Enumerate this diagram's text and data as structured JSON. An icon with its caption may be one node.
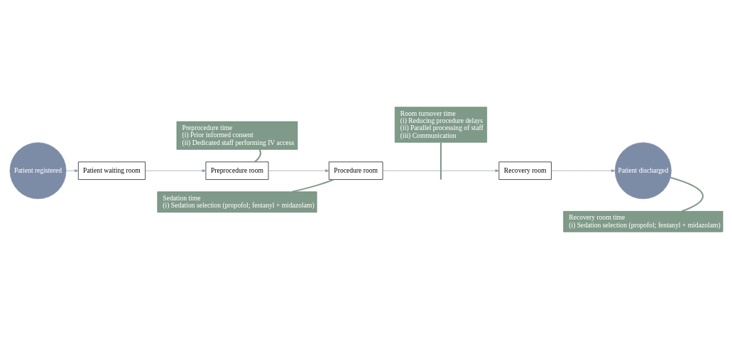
{
  "diagram": {
    "nodes": [
      {
        "text": [
          "Preprocedure time",
          "(i) Prior informed consent",
          "(ii) Dedicated staff performing IV access"
        ]
      },
      {
        "text": [
          "Room turnover time",
          "(i) Reducing procedure delays",
          "(ii) Parallel processing of staff",
          "(iii) Communication"
        ]
      },
      {
        "text": [
          "Patient registered"
        ]
      },
      {
        "text": [
          "Patient waiting room"
        ]
      },
      {
        "text": [
          "Preprocedure room"
        ]
      },
      {
        "text": [
          "Procedure room"
        ]
      },
      {
        "text": [
          "Recovery room"
        ]
      },
      {
        "text": [
          "Patient discharged"
        ]
      },
      {
        "text": [
          "Sedation time",
          "(i) Sedation selection (propofol; fentanyl + midazolam)"
        ]
      },
      {
        "text": [
          "Recovery room time",
          "(i) Sedation selection (propofol; fentanyl + midazolam)"
        ]
      }
    ],
    "edges": [
      {
        "from": 2,
        "to": 3,
        "arrow": "to"
      },
      {
        "from": 3,
        "to": 4,
        "arrow": "to"
      },
      {
        "from": 4,
        "to": 5,
        "arrow": "to"
      },
      {
        "from": 5,
        "to": 6,
        "arrow": "to"
      },
      {
        "from": 6,
        "to": 7,
        "arrow": "to"
      },
      {
        "from": 0,
        "to": 4,
        "arrow": "none"
      },
      {
        "from": 1,
        "to": null,
        "arrow": "none"
      },
      {
        "from": 8,
        "to": 5,
        "arrow": "none"
      },
      {
        "from": 9,
        "to": 7,
        "arrow": "none"
      }
    ]
  }
}
